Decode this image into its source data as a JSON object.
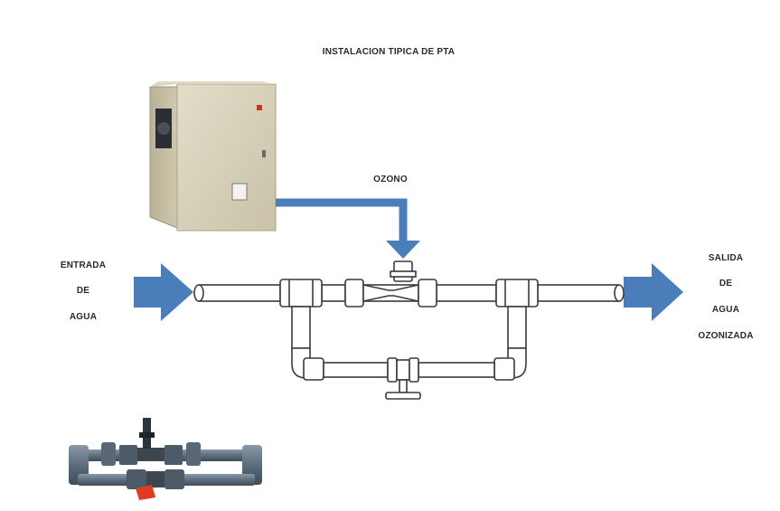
{
  "title": "INSTALACION TIPICA DE PTA",
  "ozone_label": "OZONO",
  "inlet": {
    "line1": "ENTRADA",
    "line2": "DE",
    "line3": "AGUA"
  },
  "outlet": {
    "line1": "SALIDA",
    "line2": "DE",
    "line3": "AGUA",
    "line4": "OZONIZADA"
  },
  "colors": {
    "arrow_blue": "#4a7ebb",
    "pipe_outline": "#3a3a3a",
    "cabinet_beige": "#d8d2bc",
    "photo_pipe_gray": "#6b7b8c",
    "valve_red": "#e23a20"
  },
  "icons": [
    "generator-cabinet-image",
    "venturi-assembly-photo"
  ]
}
